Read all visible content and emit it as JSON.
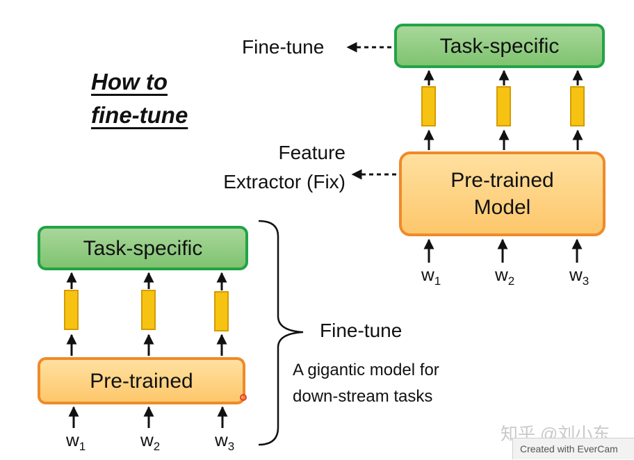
{
  "title": {
    "line1": "How to",
    "line2": "fine-tune"
  },
  "top_diagram": {
    "task_box": "Task-specific",
    "model_box": {
      "line1": "Pre-trained",
      "line2": "Model"
    },
    "fine_tune_label": "Fine-tune",
    "feature_label": {
      "line1": "Feature",
      "line2": "Extractor (Fix)"
    },
    "inputs": [
      {
        "base": "w",
        "sub": "1"
      },
      {
        "base": "w",
        "sub": "2"
      },
      {
        "base": "w",
        "sub": "3"
      }
    ]
  },
  "bottom_diagram": {
    "task_box": "Task-specific",
    "model_box": "Pre-trained",
    "inputs": [
      {
        "base": "w",
        "sub": "1"
      },
      {
        "base": "w",
        "sub": "2"
      },
      {
        "base": "w",
        "sub": "3"
      }
    ],
    "brace_label": "Fine-tune",
    "description": {
      "line1": "A gigantic model for",
      "line2": "down-stream tasks"
    }
  },
  "watermark": "知乎 @刘小东",
  "recorder_badge": "Created with EverCam",
  "colors": {
    "green_fill": "#8ecb7e",
    "green_border": "#23a347",
    "orange_fill": "#fdd68a",
    "orange_border": "#ef8a2a",
    "vector_fill": "#f6c313",
    "vector_border": "#d49b00"
  }
}
